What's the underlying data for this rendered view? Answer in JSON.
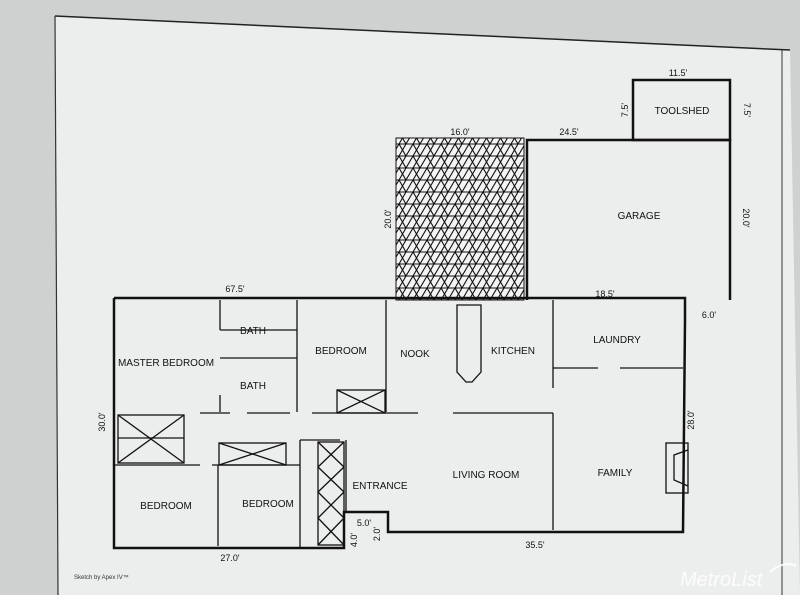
{
  "rooms": {
    "toolshed": "TOOLSHED",
    "garage": "GARAGE",
    "master_bedroom": "MASTER BEDROOM",
    "bath_1": "BATH",
    "bath_2": "BATH",
    "bedroom_top": "BEDROOM",
    "nook": "NOOK",
    "kitchen": "KITCHEN",
    "laundry": "LAUNDRY",
    "entrance": "ENTRANCE",
    "living_room": "LIVING ROOM",
    "family": "FAMILY",
    "bedroom_bottom_left": "BEDROOM",
    "bedroom_bottom_mid": "BEDROOM"
  },
  "dimensions": {
    "toolshed_width": "11.5'",
    "toolshed_left": "7.5'",
    "toolshed_right": "7.5'",
    "patio_width": "16.0'",
    "patio_height": "20.0'",
    "garage_width": "24.5'",
    "garage_height": "20.0'",
    "garage_bottom": "18.5'",
    "house_top": "67.5'",
    "house_right_step": "6.0'",
    "house_right": "28.0'",
    "house_left": "30.0'",
    "house_bottom_left": "27.0'",
    "house_bottom_right": "35.5'",
    "notch_width": "5.0'",
    "notch_left": "4.0'",
    "notch_right": "2.0'"
  },
  "footer": {
    "credit": "Sketch by Apex IV™",
    "watermark": "MetroList"
  },
  "colors": {
    "background": "#cfd1d0",
    "paper": "#eceeed",
    "wall": "#111111"
  }
}
